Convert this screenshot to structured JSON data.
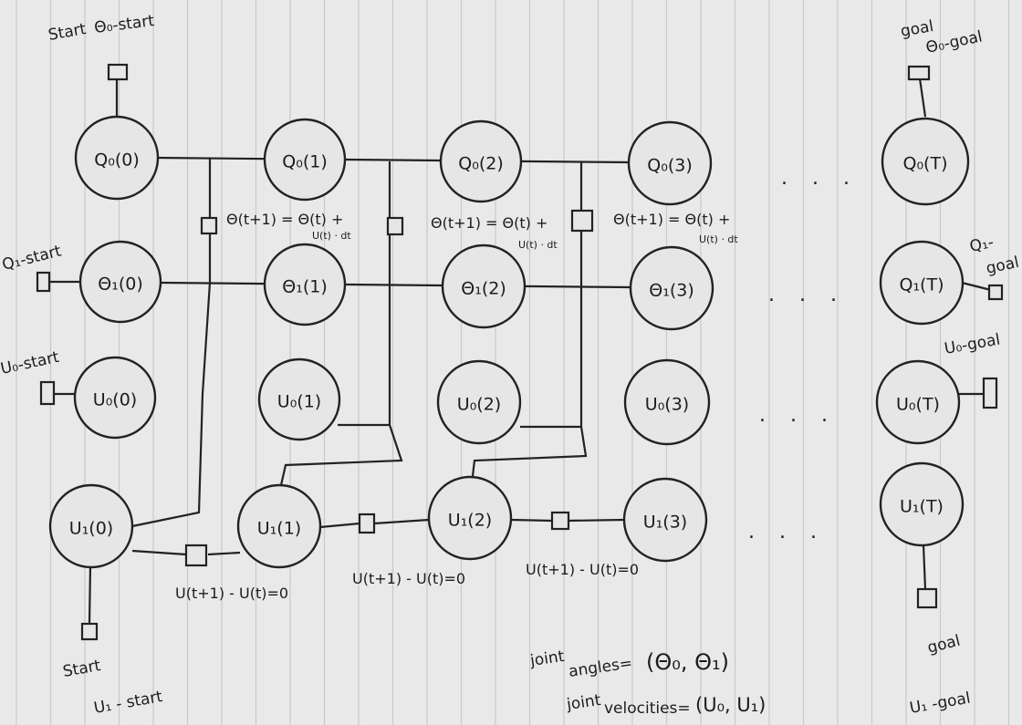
{
  "colors": {
    "background": "#e9e9e9",
    "ink": "#222222",
    "rule": "#c9c9c9"
  },
  "nodes": {
    "q0_0": "Q₀(0)",
    "q0_1": "Q₀(1)",
    "q0_2": "Q₀(2)",
    "q0_3": "Q₀(3)",
    "q0_T": "Q₀(T)",
    "q1_0": "Θ₁(0)",
    "q1_1": "Θ₁(1)",
    "q1_2": "Θ₁(2)",
    "q1_3": "Θ₁(3)",
    "q1_T": "Q₁(T)",
    "u0_0": "U₀(0)",
    "u0_1": "U₀(1)",
    "u0_2": "U₀(2)",
    "u0_3": "U₀(3)",
    "u0_T": "U₀(T)",
    "u1_0": "U₁(0)",
    "u1_1": "U₁(1)",
    "u1_2": "U₁(2)",
    "u1_3": "U₁(3)",
    "u1_T": "U₁(T)"
  },
  "labels": {
    "start_top": "Start",
    "theta0_start": "Θ₀-start",
    "q1_start": "Q₁-start",
    "u0_start": "U₀-start",
    "start_bottom": "Start",
    "u1_start": "U₁ - start",
    "goal_top": "goal",
    "theta0_goal": "Θ₀-goal",
    "q1_goal_a": "Q₁-",
    "q1_goal_b": "goal",
    "u0_goal": "U₀-goal",
    "goal_bottom": "goal",
    "u1_goal": "U₁ -goal"
  },
  "equations": {
    "angle_update_main": "Θ(t+1) = Θ(t) +",
    "angle_update_tail": "U(t) · dt",
    "velocity_constraint": "U(t+1) - U(t)=0"
  },
  "ellipsis": ". . .",
  "notes": {
    "joint_word": "joint",
    "angles_word": "angles=",
    "angles_value": "(Θ₀, Θ₁)",
    "velocities_word": "velocities=",
    "velocities_value": "(U₀, U₁)"
  }
}
